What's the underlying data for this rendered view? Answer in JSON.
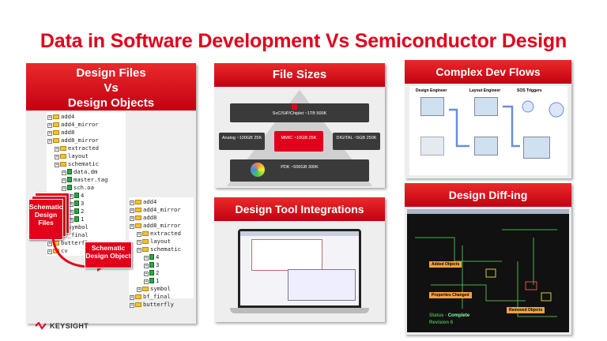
{
  "slide_title": "Data in Software Development  Vs Semiconductor Design",
  "logo_text": "KEYSIGHT",
  "panels": {
    "design_files": {
      "title_line1": "Design Files",
      "title_line2": "Vs",
      "title_line3": "Design Objects",
      "tree_top": [
        "add4",
        "add4_mirror",
        "add8",
        "add8_mirror",
        "extracted",
        "layout",
        "schematic",
        "data.dm",
        "master.tag",
        "sch.oa",
        "4",
        "3",
        "2",
        "1",
        "symbol",
        "bf_final",
        "butterfly",
        "cv"
      ],
      "tree_bottom": [
        "add4",
        "add4_mirror",
        "add8",
        "add8_mirror",
        "extracted",
        "layout",
        "schematic",
        "4",
        "3",
        "2",
        "1",
        "symbol",
        "bf_final",
        "butterfly"
      ],
      "schematic_files_label": "Schematic Design Files",
      "schematic_object_label": "Schematic Design Object"
    },
    "file_sizes": {
      "title": "File Sizes",
      "soc": "SoC/SiP/Chiplet ~1TB 500K",
      "analog": "Analog ~100GB 25K",
      "mmic": "MMIC ~10GB 25K",
      "digital": "DIGITAL ~5GB 250K",
      "pdk": "PDK ~500GB 300K"
    },
    "dev_flows": {
      "title": "Complex Dev Flows",
      "col1": "Design Engineer",
      "col2": "Layout Engineer",
      "col3": "SOS Triggers"
    },
    "tool_integrations": {
      "title": "Design Tool Integrations"
    },
    "diff": {
      "title": "Design Diff-ing",
      "added": "Added Objects",
      "changed": "Properties Changed",
      "removed": "Removed Objects",
      "status_label": "Status",
      "status_value": "Complete",
      "revision_label": "Revision",
      "revision_value": "6"
    }
  }
}
